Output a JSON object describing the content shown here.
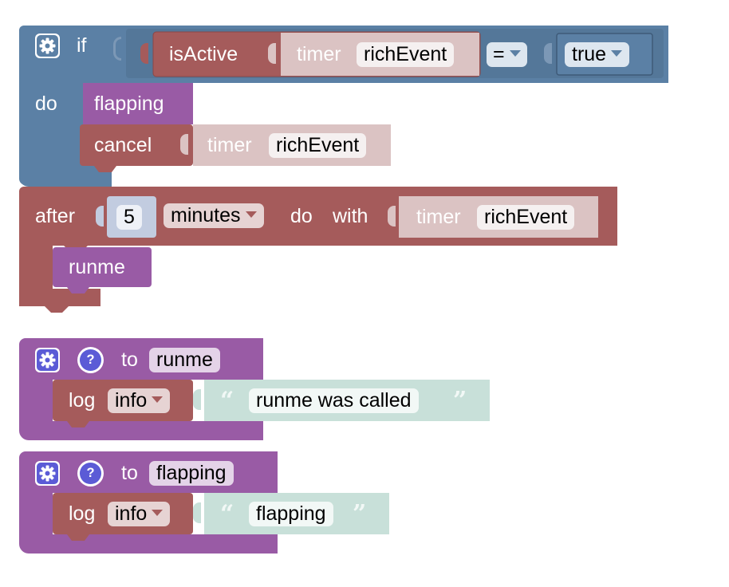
{
  "colors": {
    "if_block": "#5b80a5",
    "if_block_dark": "#496684",
    "timer_block": "#a55b5b",
    "timer_light": "#dbc3c3",
    "proc_block": "#995ba5",
    "proc_light": "#d6bddb",
    "text_block": "#c8e0d9",
    "number_field": "#c2cce0"
  },
  "if_block": {
    "keyword_if": "if",
    "keyword_do": "do",
    "condition": {
      "block_label": "isActive",
      "timer_label": "timer",
      "timer_var": "richEvent",
      "operator": "=",
      "value": "true"
    },
    "body": [
      {
        "type": "call",
        "label": "flapping"
      },
      {
        "type": "cancel",
        "label": "cancel",
        "timer_label": "timer",
        "timer_var": "richEvent"
      }
    ]
  },
  "after_block": {
    "keyword_after": "after",
    "amount": "5",
    "unit": "minutes",
    "keyword_do": "do",
    "keyword_with": "with",
    "timer_label": "timer",
    "timer_var": "richEvent",
    "body": [
      {
        "type": "call",
        "label": "runme"
      }
    ]
  },
  "functions": [
    {
      "keyword_to": "to",
      "name": "runme",
      "log_label": "log",
      "log_level": "info",
      "message": "runme was called"
    },
    {
      "keyword_to": "to",
      "name": "flapping",
      "log_label": "log",
      "log_level": "info",
      "message": "flapping"
    }
  ],
  "icons": {
    "gear": "gear-icon",
    "help": "?",
    "open_quote": "“",
    "close_quote": "”"
  }
}
